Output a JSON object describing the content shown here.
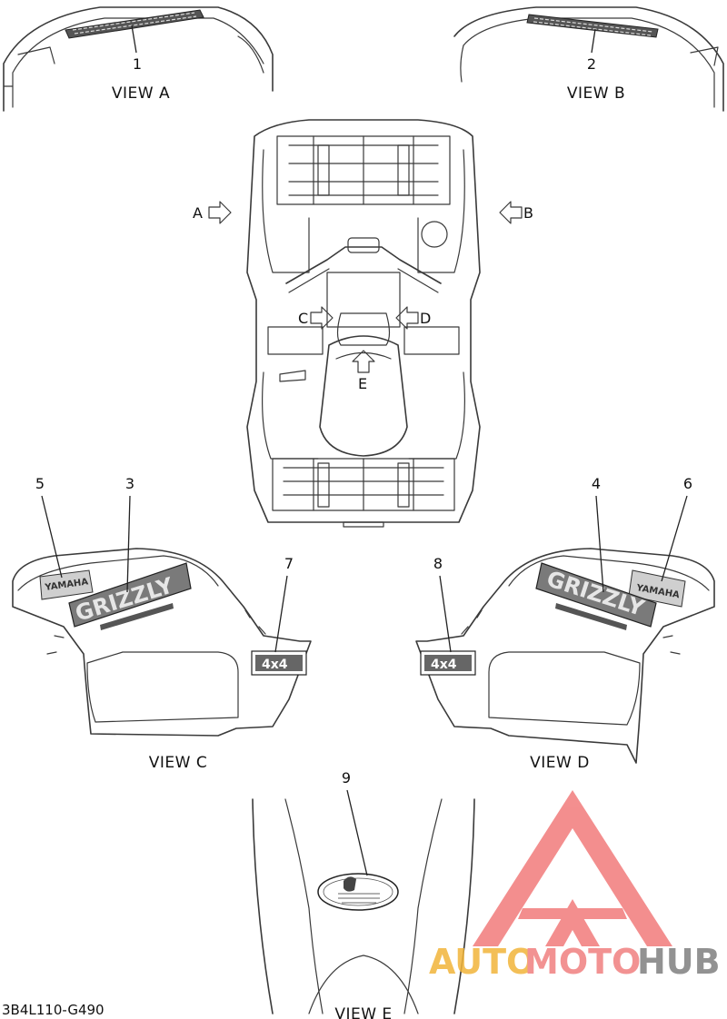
{
  "callouts": {
    "c1": "1",
    "c2": "2",
    "c3": "3",
    "c4": "4",
    "c5": "5",
    "c6": "6",
    "c7": "7",
    "c8": "8",
    "c9": "9"
  },
  "views": {
    "a": "VIEW A",
    "b": "VIEW B",
    "c": "VIEW C",
    "d": "VIEW D",
    "e": "VIEW E"
  },
  "arrows": {
    "a": "A",
    "b": "B",
    "c": "C",
    "d": "D",
    "e": "E"
  },
  "decals": {
    "grizzly": "GRIZZLY",
    "yamaha": "YAMAHA",
    "four_by_four": "4x4"
  },
  "drawing_code": "3B4L110-G490",
  "watermark": {
    "auto": "AUTO",
    "moto": "MOTO",
    "hub": "HUB",
    "colors": {
      "auto": "#f2b53a",
      "moto": "#f08080",
      "hub": "#7f7f7f",
      "logo": "#f17b7b"
    }
  }
}
